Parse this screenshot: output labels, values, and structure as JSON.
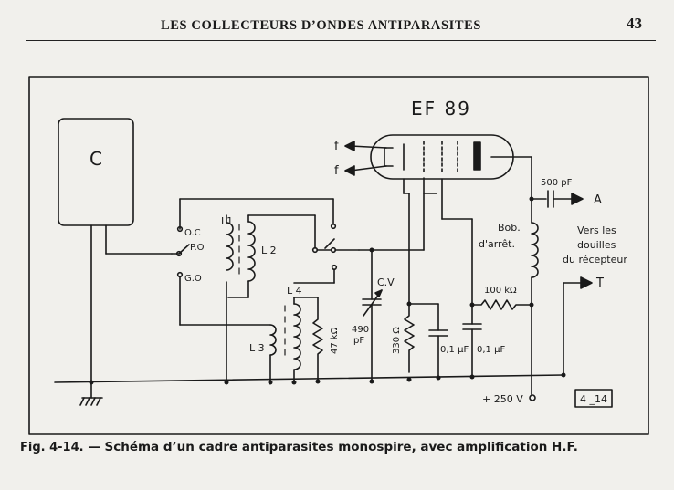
{
  "header": {
    "title": "LES COLLECTEURS D’ONDES ANTIPARASITES",
    "page_number": "43"
  },
  "diagram": {
    "tube_label": "EF 89",
    "frame_label": "C",
    "filament_left": "f",
    "filament_right": "f",
    "switch_oc": "O.C",
    "switch_po": "P.O",
    "switch_go": "G.O",
    "coil_l1": "L1",
    "coil_l2": "L 2",
    "coil_l3": "L 3",
    "coil_l4": "L 4",
    "res_47k": "47 kΩ",
    "cap_cv": "C.V",
    "cap_cv_value_1": "490",
    "cap_cv_value_2": "pF",
    "res_330": "330 Ω",
    "cap_01a": "0,1 µF",
    "cap_01b": "0,1 µF",
    "res_100k": "100 kΩ",
    "cap_500p": "500 pF",
    "output_a": "A",
    "output_t": "T",
    "bob_1": "Bob.",
    "bob_2": "d'arrêt.",
    "vers_1": "Vers les",
    "vers_2": "douilles",
    "vers_3": "du récepteur",
    "supply": "+ 250 V",
    "box_ref": "4 _14"
  },
  "caption": {
    "fig": "Fig. 4-14.",
    "text": "— Schéma d’un cadre antiparasites monospire, avec amplification H.F."
  }
}
